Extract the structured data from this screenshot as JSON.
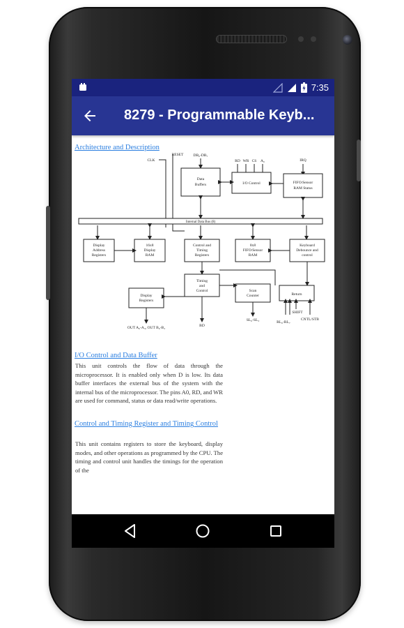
{
  "status_bar": {
    "time": "7:35"
  },
  "app_bar": {
    "title": "8279 - Programmable Keyb..."
  },
  "content": {
    "sections": [
      {
        "heading": "Architecture and Description"
      },
      {
        "heading": "I/O Control and Data Buffer",
        "text": "This unit controls the flow of data through the microprocessor. It is enabled only when D is low. Its data buffer interfaces the external bus of the system with the internal bus of the microprocessor. The pins A0, RD, and WR are used for command, status or data read/write operations."
      },
      {
        "heading": "Control and Timing Register and Timing Control",
        "text": "This unit contains registers to store the keyboard, display modes, and other operations as programmed by the CPU. The timing and control unit handles the timings for the operation of the"
      }
    ]
  },
  "diagram": {
    "labels": {
      "clk": "CLK",
      "reset": "RESET",
      "db": "DB₀-DB₇",
      "rd": "RD",
      "wr": "WR",
      "cs": "CS",
      "a0": "A₀",
      "irq": "IRQ",
      "data_buffers_1": "Data",
      "data_buffers_2": "Buffers",
      "io_control": "I/O Control",
      "fifo_status_1": "FIFO/Sensor",
      "fifo_status_2": "RAM Status",
      "internal_bus": "Internal Data Bus (8)",
      "dar_1": "Display",
      "dar_2": "Address",
      "dar_3": "Registers",
      "ram16_1": "16x8",
      "ram16_2": "Display",
      "ram16_3": "RAM",
      "ctrl_1": "Control and",
      "ctrl_2": "Timing",
      "ctrl_3": "Registers",
      "fifo8_1": "8x8",
      "fifo8_2": "FIFO/Sensor",
      "fifo8_3": "RAM",
      "kdc_1": "Keyboard",
      "kdc_2": "Debounce and",
      "kdc_3": "control",
      "disp_reg_1": "Display",
      "disp_reg_2": "Registers",
      "timing_1": "Timing",
      "timing_2": "and",
      "timing_3": "Control",
      "scan_1": "Scan",
      "scan_2": "Counter",
      "return": "Return",
      "out_a": "OUT A₀-A₃, OUT B₀-B₃",
      "bd": "BD",
      "sl": "SL₀-SL₃",
      "shift": "SHIFT",
      "cntl": "CNTL/STB",
      "rl": "RL₀-RL₇"
    }
  }
}
